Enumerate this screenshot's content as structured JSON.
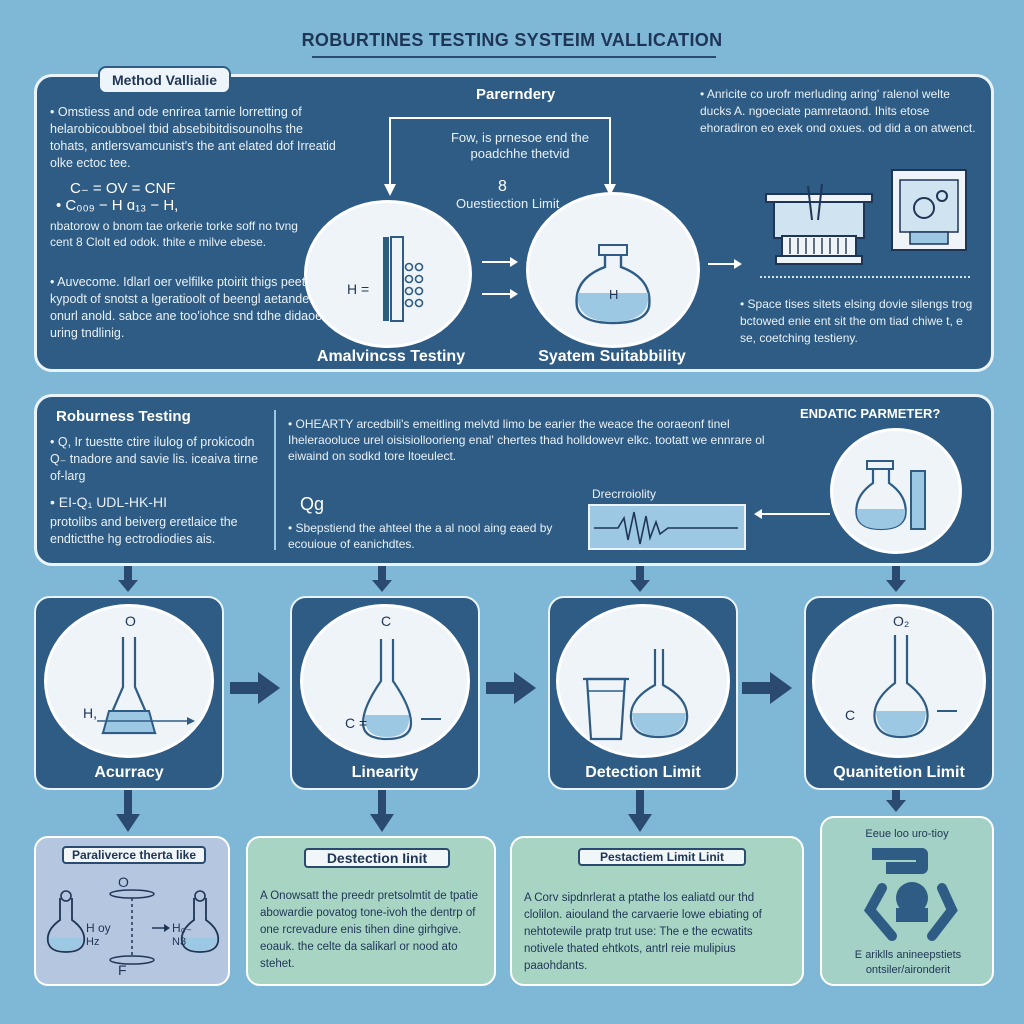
{
  "title": "ROBURTINES TESTING SYSTEIM VALLICATION",
  "panel1": {
    "tab": "Method Vallialie",
    "bullets": [
      "Omstiess and ode enrirea tarnie lorretting of helarobicoubboel tbid absebibitdisounolhs the tohats, antlersvamcunist's the ant elated dof Irreatid olke ectoc tee.",
      "nbatorow o bnom tae orkerie torke soff no tvng cent 8 Clolt ed odok. thite e milve ebese.",
      "Auvecome. Idlarl oer velfilke ptoirit thigs peetsebe kypodt of snotst a lgeratioolt of beengl aetande Dilt onurl anold. sabce ane too'iohce snd tdhe didaoel ei uring tndlinig."
    ],
    "formula_line1": "C₋  =  OV   =  CNF",
    "formula_line2": "C₀₀₉  − H ɑ₁₃  −  H,",
    "center_head": "Parerndery",
    "center_text1": "Fow, is prnesoe end the",
    "center_text2": "poadchhe thetvid",
    "center_num": "8",
    "center_label": "Ouestiection Limit",
    "circle1_label": "H =",
    "circle1_caption": "Amalvincss Testiny",
    "circle2_label": "H",
    "circle2_caption": "Syatem Suitabbility",
    "right_text_top": "Anricite co urofr merluding aring' ralenol welte ducks A. ngoeciate pamretaond. Ihits etose ehoradiron eo exek ond oxues. od did a on atwenct.",
    "right_text_bottom": "Space tises sitets elsing dovie silengs trog bctowed enie ent sit the om tiad chiwe t, e se, coetching testieny."
  },
  "panel2": {
    "tab": "Roburness Testing",
    "left_bullets": [
      "Q, Ir tuestte ctire ilulog of prokicodn Q₋ tnadore and savie lis. iceaiva tirne of-larg",
      "EI-Q₁ UDL-HK-HI"
    ],
    "left_tail": "protolibs and beiverg eretlaice the endtictthe hg ectrodiodies ais.",
    "mid_text1": "OHEARTY arcedbili's emeitling melvtd limo be earier the weace the ooraeonf tinel Iheleraooluce urel oisisiolloorieng enal' chertes thad holldowevr elkc. tootatt we ennrare ol eiwaind on sodkd tore ltoeulect.",
    "mid_text2": "Sbepstiend the ahteel the a al nool aing eaed by ecouioue of eanichdtes.",
    "mid_icon": "Qg",
    "mid_graph_label": "Drecrroiolity",
    "right_head": "ENDATIC PARMETER?"
  },
  "steps": [
    {
      "caption": "Acurracy",
      "top_label": "O",
      "side_label": "H,"
    },
    {
      "caption": "Linearity",
      "top_label": "C",
      "side_label": "C ="
    },
    {
      "caption": "Detection Limit",
      "top_label": "",
      "side_label": ""
    },
    {
      "caption": "Quanitetion Limit",
      "top_label": "O₂",
      "side_label": "C"
    }
  ],
  "bottom_cards": [
    {
      "head": "Paraliverce therta like",
      "labels": [
        "O",
        "H oy",
        "Hz",
        "H₀₋",
        "N3",
        "F"
      ],
      "color": "#b5c7e0"
    },
    {
      "head": "Destection Iinit",
      "text": "A Onowsatt the preedr pretsolmtit de tpatie abowardie povatog tone-ivoh the dentrp of one rcrevadure enis tihen dine girhgive. eoauk. the celte da salikarl or nood ato stehet.",
      "color": "#a8d4c4"
    },
    {
      "head": "Pestactiem Limit Linit",
      "text": "A Corv sipdnrlerat a ptathe los ealiatd our thd clolilon. aiouland the carvaerie lowe ebiating of nehtotewile pratp trut use: The e the ecwatits notivele thated ehtkots, antrl reie mulipius paaohdants.",
      "color": "#a8d4c4"
    },
    {
      "head": "Eeue loo uro-tioy",
      "footer": "E ariklls anineepstiets ontsiler/aironderit",
      "color": "#a3d1c5"
    }
  ],
  "colors": {
    "background": "#7fb8d6",
    "panel": "#2f5c84",
    "liquid": "#9cc8e4",
    "dark": "#1f3556"
  }
}
